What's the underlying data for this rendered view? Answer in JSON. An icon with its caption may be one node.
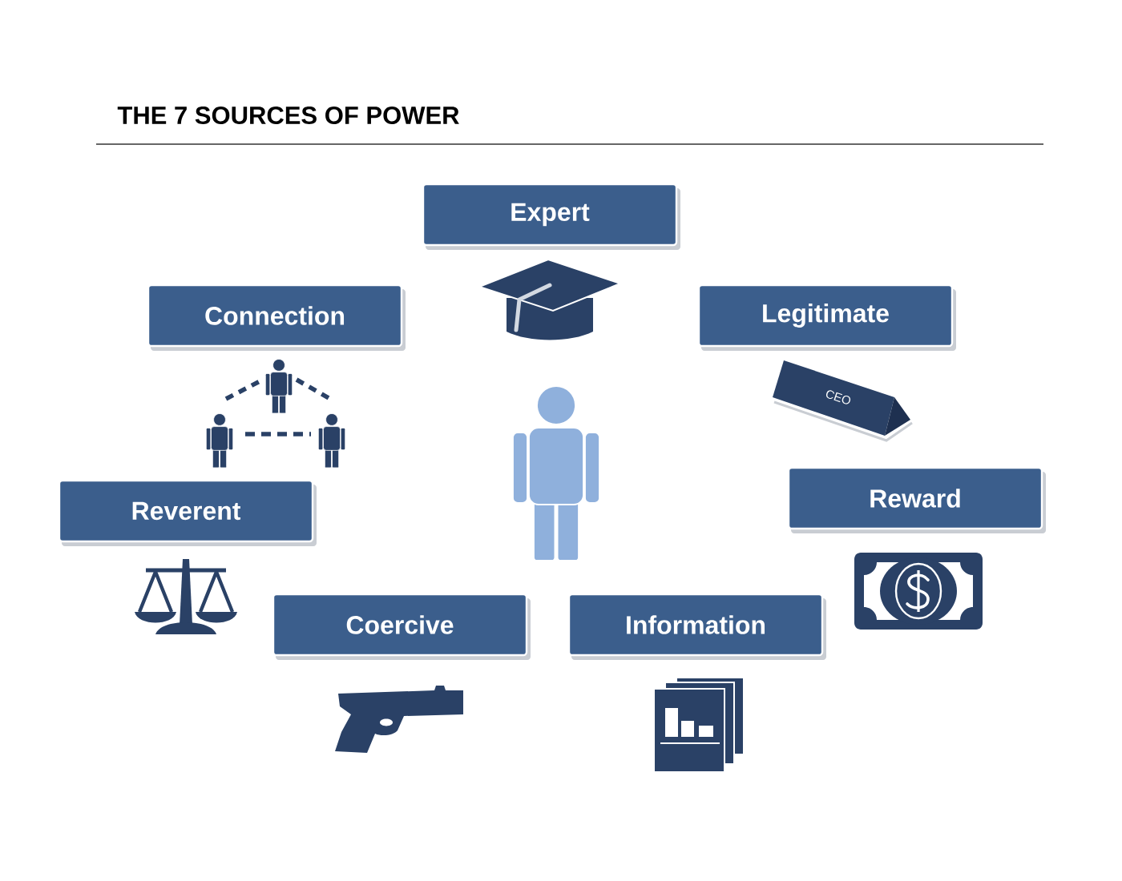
{
  "diagram": {
    "title": "THE 7 SOURCES OF POWER",
    "nodes": [
      {
        "text": [
          "Expert"
        ]
      },
      {
        "text": [
          "Connection"
        ]
      },
      {
        "text": [
          "Legitimate"
        ]
      },
      {
        "text": [
          "Reward"
        ]
      },
      {
        "text": [
          "Reverent"
        ]
      },
      {
        "text": [
          "Coercive"
        ]
      },
      {
        "text": [
          "Information"
        ]
      }
    ],
    "labels": [
      "CEO"
    ]
  }
}
